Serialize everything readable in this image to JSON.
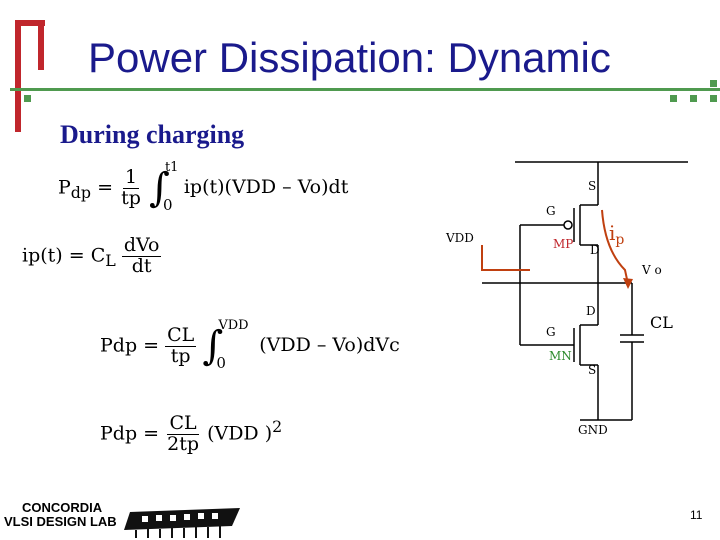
{
  "slide": {
    "title": "Power Dissipation: Dynamic",
    "subtitle": "During  charging",
    "page_number": "11"
  },
  "colors": {
    "title": "#1a1a8c",
    "deco_bar": "#c0262c",
    "green": "#4f9a4f",
    "current": "#c04010",
    "mp_label": "#c0262c",
    "mn_label": "#2e8b2e"
  },
  "equations": {
    "pdp": {
      "lhs": "P",
      "lhs_sub": "dp",
      "eq": "=",
      "num": "1",
      "den": "tp",
      "int_up": "t1",
      "int_lo": "0",
      "body": "ip(t)(VDD – Vo)dt"
    },
    "ipt": {
      "lhs": "ip(t)",
      "eq": "=",
      "c": "C",
      "c_sub": "L",
      "num": "dVo",
      "den": "dt"
    },
    "pdp2": {
      "lhs": "Pdp",
      "eq": "=",
      "num": "CL",
      "den": "tp",
      "int_up": "VDD",
      "int_lo": "0",
      "body": "(VDD – Vo)dVc"
    },
    "pdp3": {
      "lhs": "Pdp",
      "eq": "=",
      "num": "CL",
      "den": "2tp",
      "body": "(VDD )",
      "power": "2"
    }
  },
  "circuit": {
    "s_top": "S",
    "g_top": "G",
    "vdd": "VDD",
    "mp": "MP",
    "d_top": "D",
    "ip_main": "i",
    "ip_sub": "p",
    "vo": "V o",
    "d_bottom": "D",
    "g_bottom": "G",
    "mn": "MN",
    "s_bottom": "S",
    "cl": "CL",
    "gnd": "GND"
  },
  "logo": {
    "line1": "CONCORDIA",
    "line2": "VLSI DESIGN LAB"
  }
}
